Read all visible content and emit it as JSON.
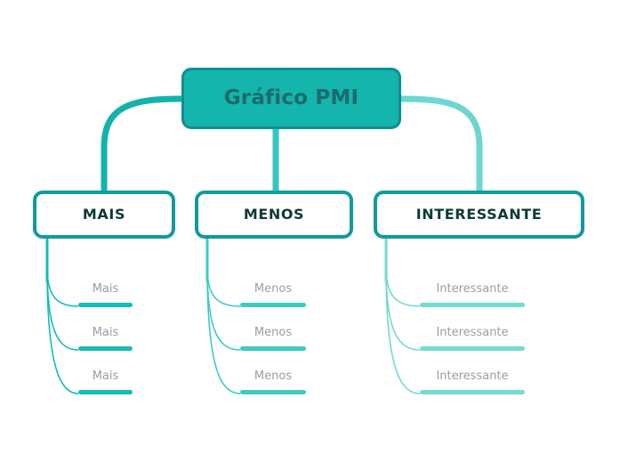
{
  "page": {
    "background_color": "#ffffff",
    "diagram_type": "mind-map"
  },
  "root": {
    "label": "Gráfico PMI",
    "fill_color": "#13b5ad",
    "border_color": "#0f8f93",
    "text_color": "#1d6b6b"
  },
  "branches": [
    {
      "label": "MAIS",
      "accent_color": "#14bdb5",
      "connector_color": "#12b3ab",
      "border_color": "#129a9c",
      "text_color": "#0d3b36",
      "leaves": [
        {
          "label": "Mais"
        },
        {
          "label": "Mais"
        },
        {
          "label": "Mais"
        }
      ]
    },
    {
      "label": "MENOS",
      "accent_color": "#3ccbc4",
      "connector_color": "#34c6c0",
      "border_color": "#129a9c",
      "text_color": "#0d3b36",
      "leaves": [
        {
          "label": "Menos"
        },
        {
          "label": "Menos"
        },
        {
          "label": "Menos"
        }
      ]
    },
    {
      "label": "INTERESSANTE",
      "accent_color": "#74d9d2",
      "connector_color": "#6ed6d0",
      "border_color": "#129a9c",
      "text_color": "#0d3b36",
      "leaves": [
        {
          "label": "Interessante"
        },
        {
          "label": "Interessante"
        },
        {
          "label": "Interessante"
        }
      ]
    }
  ],
  "leaf_text_color": "#9d9d9d"
}
